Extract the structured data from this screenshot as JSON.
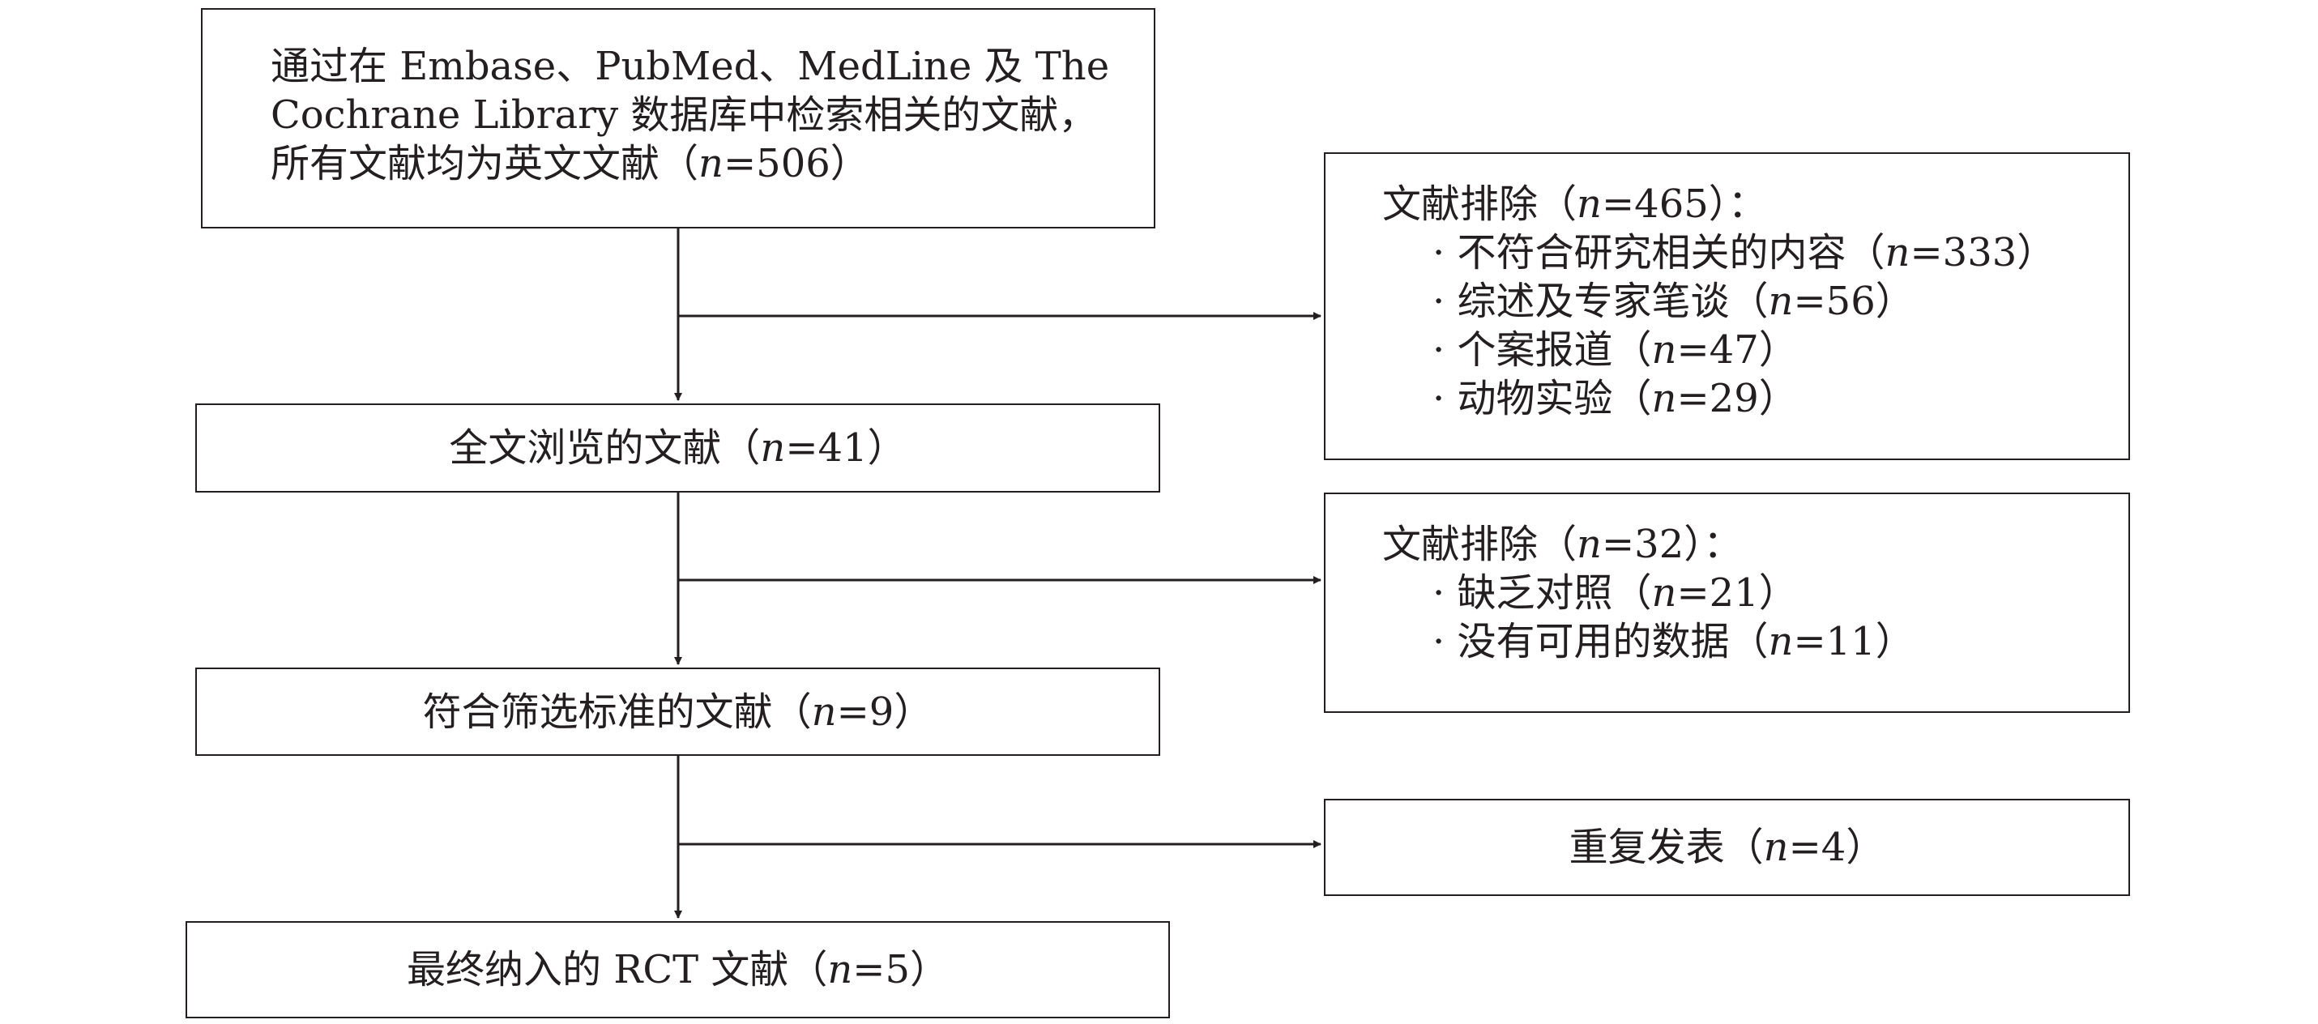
{
  "flow": {
    "step1": {
      "lines": [
        "通过在 Embase、PubMed、MedLine 及 The",
        "Cochrane Library 数据库中检索相关的文献，"
      ],
      "last_prefix": "所有文献均为英文文献（",
      "n_var": "n",
      "n_value": "=506）"
    },
    "step2": {
      "prefix": "全文浏览的文献（",
      "n_var": "n",
      "n_value": "=41）"
    },
    "step3": {
      "prefix": "符合筛选标准的文献（",
      "n_var": "n",
      "n_value": "=9）"
    },
    "step4": {
      "prefix": "最终纳入的 RCT 文献（",
      "n_var": "n",
      "n_value": "=5）"
    }
  },
  "exclusions": {
    "ex1": {
      "title_prefix": "文献排除（",
      "n_var": "n",
      "title_value": "=465）：",
      "items": [
        {
          "prefix": "· 不符合研究相关的内容（",
          "n_var": "n",
          "value": "=333）"
        },
        {
          "prefix": "· 综述及专家笔谈（",
          "n_var": "n",
          "value": "=56）"
        },
        {
          "prefix": "· 个案报道（",
          "n_var": "n",
          "value": "=47）"
        },
        {
          "prefix": "· 动物实验（",
          "n_var": "n",
          "value": "=29）"
        }
      ]
    },
    "ex2": {
      "title_prefix": "文献排除（",
      "n_var": "n",
      "title_value": "=32）：",
      "items": [
        {
          "prefix": "· 缺乏对照（",
          "n_var": "n",
          "value": "=21）"
        },
        {
          "prefix": "· 没有可用的数据（",
          "n_var": "n",
          "value": "=11）"
        }
      ]
    },
    "ex3": {
      "prefix": "重复发表（",
      "n_var": "n",
      "value": "=4）"
    }
  },
  "colors": {
    "line": "#231f20",
    "background": "#ffffff"
  }
}
